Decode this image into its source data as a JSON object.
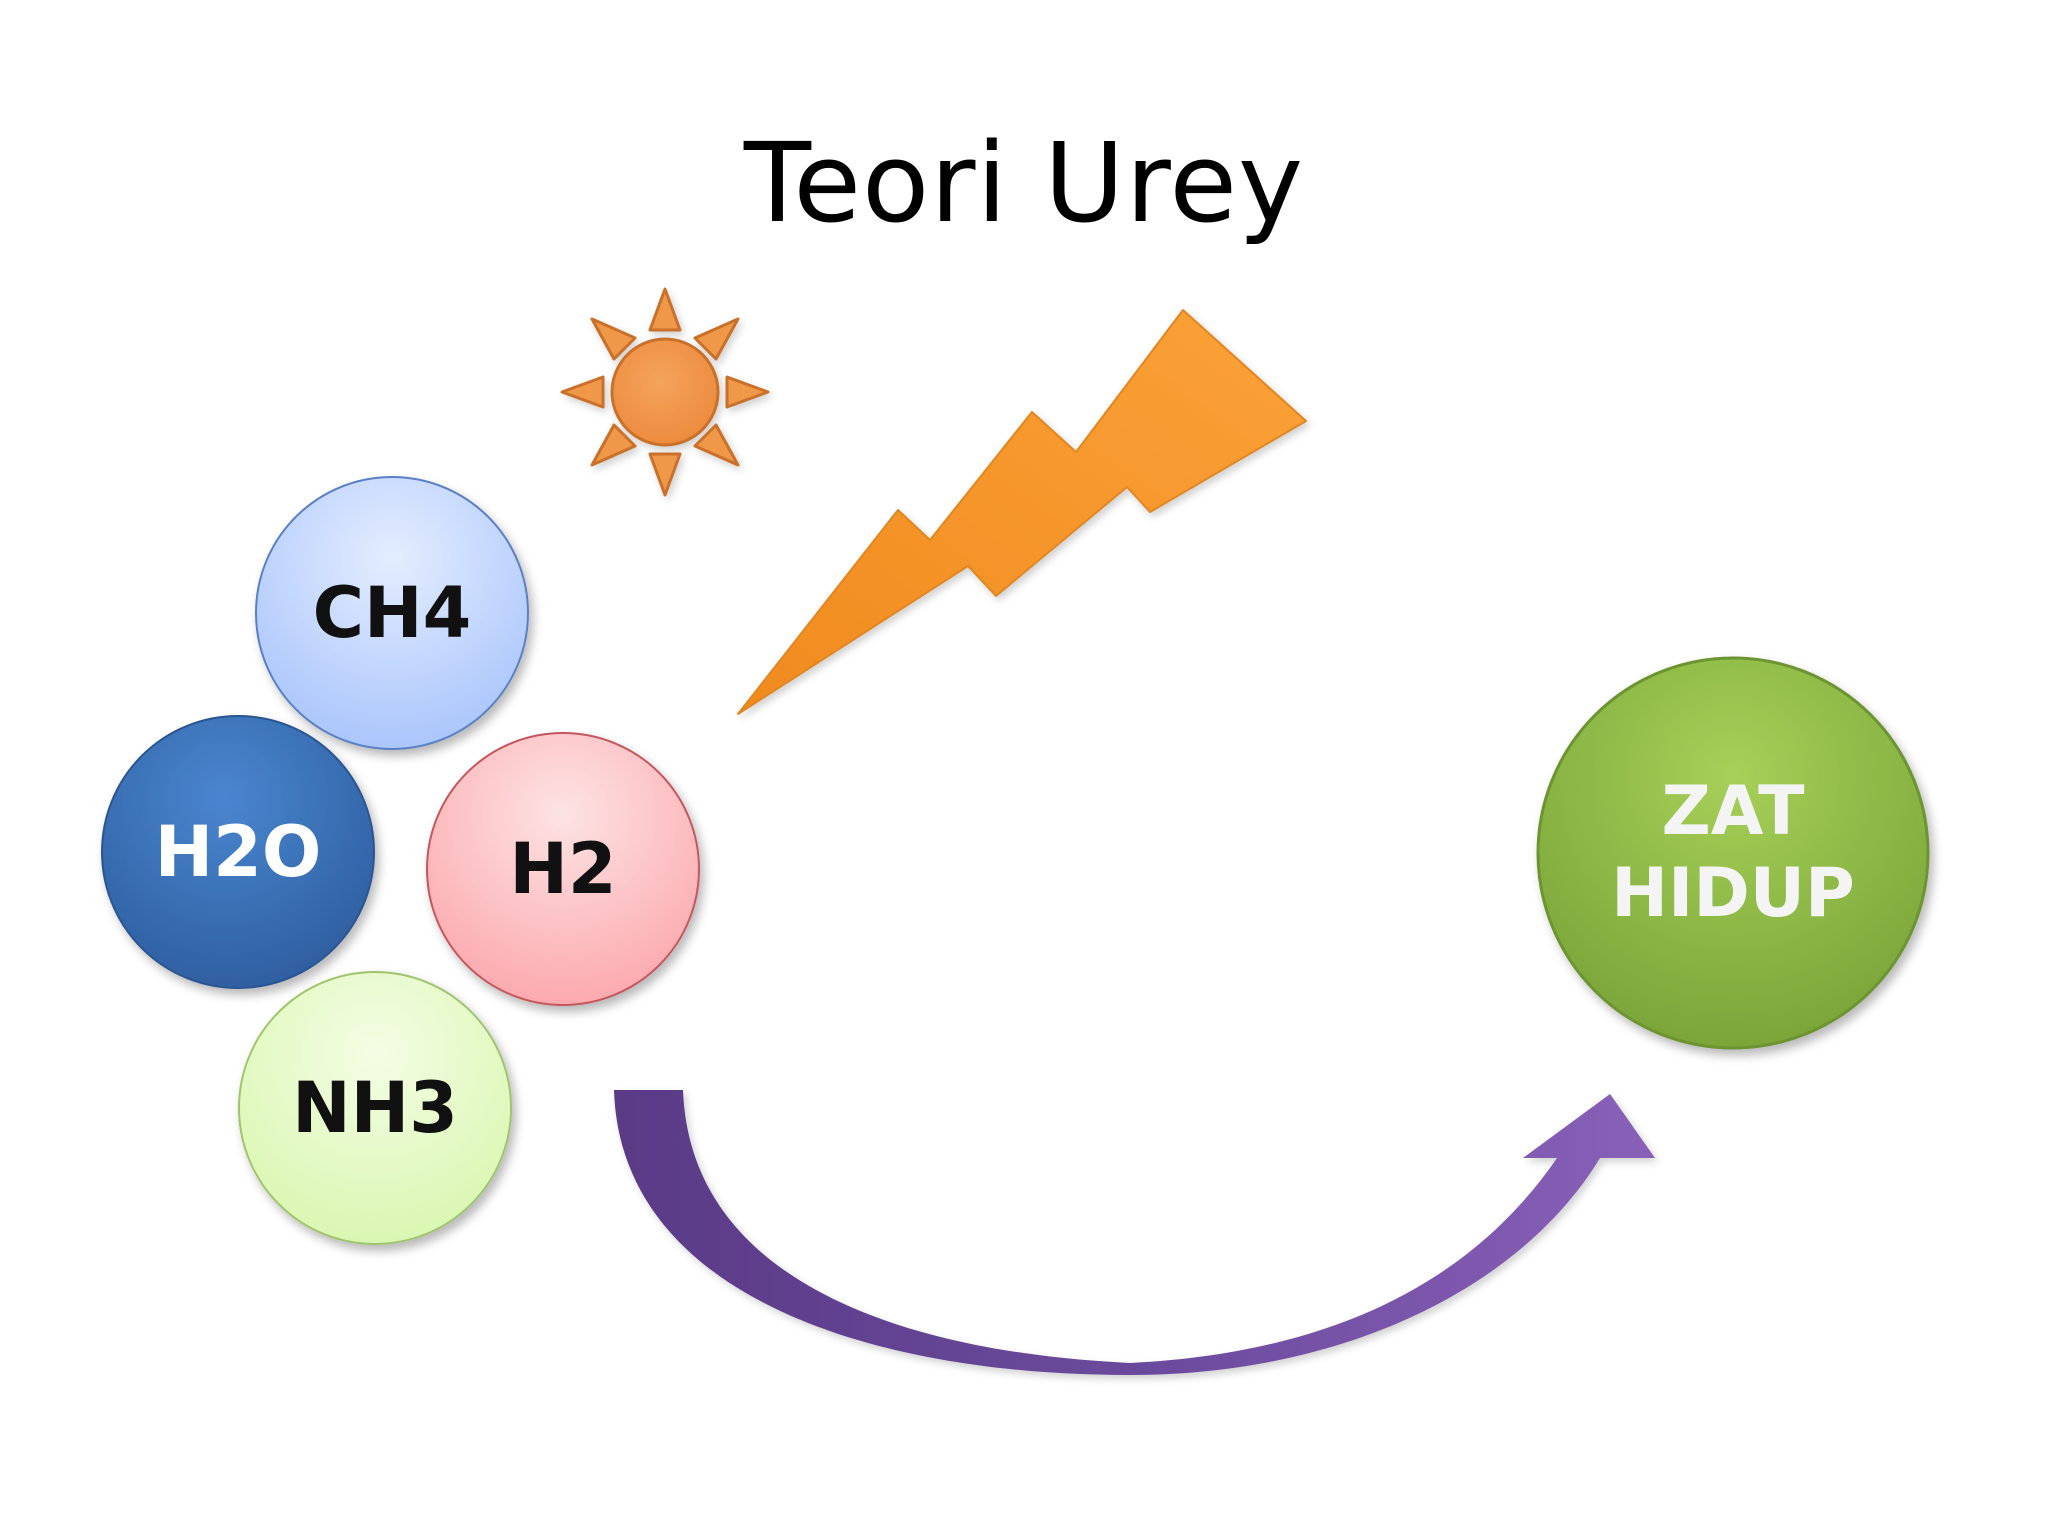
{
  "title": "Teori Urey",
  "molecules": {
    "ch4": "CH4",
    "h2o": "H2O",
    "h2": "H2",
    "nh3": "NH3"
  },
  "result": {
    "line1": "ZAT",
    "line2": "HIDUP"
  },
  "icons": {
    "sun": "sun-icon",
    "lightning": "lightning-bolt-icon",
    "arrow": "curved-arrow-icon"
  },
  "colors": {
    "ch4_fill": "#b7ceff",
    "h2o_fill": "#3a6fb5",
    "h2_fill": "#fdb9bc",
    "nh3_fill": "#e6fbc4",
    "zat_hidup_fill": "#8fb843",
    "sun_fill": "#f0984a",
    "lightning_fill": "#f59a2e",
    "arrow_fill": "#6a4a9a"
  }
}
